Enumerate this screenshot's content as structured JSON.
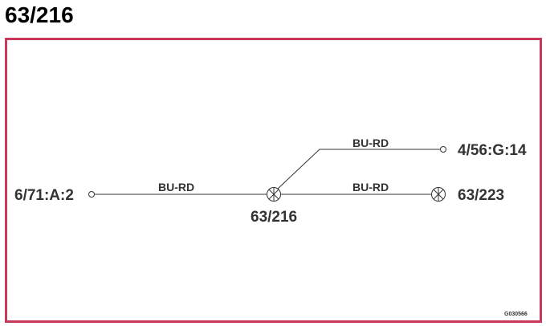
{
  "title": "63/216",
  "colors": {
    "frame_border": "#c8385a",
    "line": "#333333",
    "text": "#333333"
  },
  "nodes": {
    "left_connector": "6/71:A:2",
    "center_splice": "63/216",
    "upper_right_connector": "4/56:G:14",
    "right_splice": "63/223"
  },
  "wires": {
    "left_to_center": "BU-RD",
    "center_to_upper_right": "BU-RD",
    "center_to_right": "BU-RD"
  },
  "corner_code": "G030566"
}
